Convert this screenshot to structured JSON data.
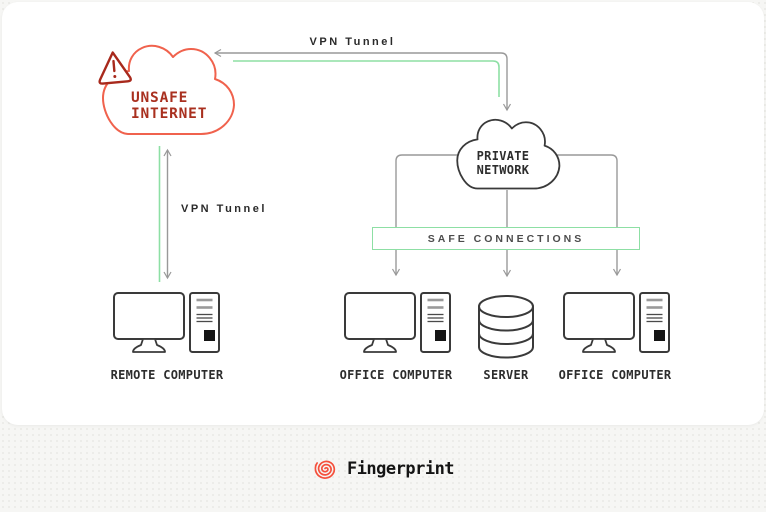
{
  "page": {
    "background_color": "#f6f6f4",
    "card_background": "#ffffff"
  },
  "diagram": {
    "unsafe_internet": {
      "line1": "UNSAFE",
      "line2": "INTERNET",
      "text_color": "#a9301f",
      "cloud_outline_color": "#f0624d",
      "warning_icon": "warning-triangle-icon"
    },
    "private_network": {
      "line1": "PRIVATE",
      "line2": "NETWORK",
      "cloud_outline_color": "#3a3a3a"
    },
    "tunnels": {
      "top_label": "VPN Tunnel",
      "left_label": "VPN Tunnel",
      "green_line_color": "#8ddfa4",
      "arrow_line_color": "#999999"
    },
    "safe_connections": {
      "label": "SAFE CONNECTIONS",
      "border_color": "#8ddfa4"
    },
    "nodes": [
      {
        "label": "REMOTE COMPUTER",
        "icon": "desktop-computer-icon"
      },
      {
        "label": "OFFICE COMPUTER",
        "icon": "desktop-computer-icon"
      },
      {
        "label": "SERVER",
        "icon": "database-server-icon"
      },
      {
        "label": "OFFICE COMPUTER",
        "icon": "desktop-computer-icon"
      }
    ],
    "node_outline_color": "#3a3a3a"
  },
  "footer": {
    "brand": "Fingerprint",
    "logo_color": "#f5503c"
  }
}
